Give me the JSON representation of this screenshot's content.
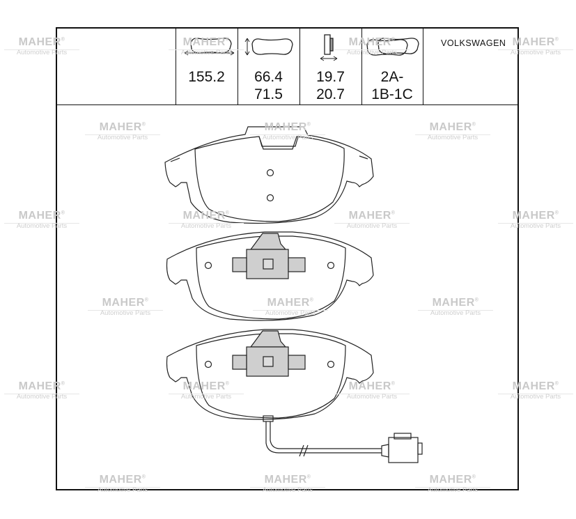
{
  "header": {
    "cells": [
      {
        "icon": "pad-length-icon",
        "values": [
          "155.2"
        ]
      },
      {
        "icon": "pad-height-icon",
        "values": [
          "66.4",
          "71.5"
        ]
      },
      {
        "icon": "pad-thickness-icon",
        "values": [
          "19.7",
          "20.7"
        ]
      },
      {
        "icon": "pad-set-icon",
        "values": [
          "2A-",
          "1B-1C"
        ]
      }
    ],
    "brand": "VOLKSWAGEN"
  },
  "watermark": {
    "title": "MAHER",
    "mark": "®",
    "subtitle": "Automotive Parts"
  },
  "colors": {
    "line": "#222222",
    "shim_fill": "#cfcfcf",
    "watermark": "#c9c9c9"
  }
}
